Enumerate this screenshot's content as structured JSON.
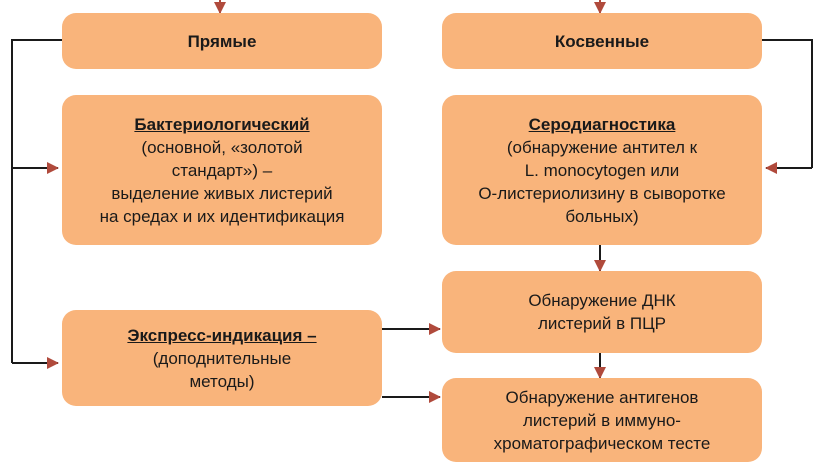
{
  "colors": {
    "box_fill": "#f9b47b",
    "arrow": "#b04a3c",
    "line": "#1a1a1a"
  },
  "boxes": {
    "direct": {
      "title": "Прямые"
    },
    "indirect": {
      "title": "Косвенные"
    },
    "bacteriological": {
      "title": "Бактериологический",
      "lines": [
        "(основной, «золотой",
        "стандарт») –",
        "выделение живых листерий",
        "на средах и их идентификация"
      ]
    },
    "serodiagnostics": {
      "title": "Серодиагностика",
      "lines": [
        "(обнаружение антител к",
        "L. monocytogen или",
        "О-листериолизину в сыворотке",
        "больных)"
      ]
    },
    "express": {
      "title": "Экспресс-индикация –",
      "lines": [
        "(доподнительные",
        "методы)"
      ]
    },
    "pcr": {
      "lines": [
        "Обнаружение ДНК",
        "листерий в ПЦР"
      ]
    },
    "antigen": {
      "lines": [
        "Обнаружение антигенов",
        "листерий в иммуно-",
        "хроматографическом тесте"
      ]
    }
  }
}
